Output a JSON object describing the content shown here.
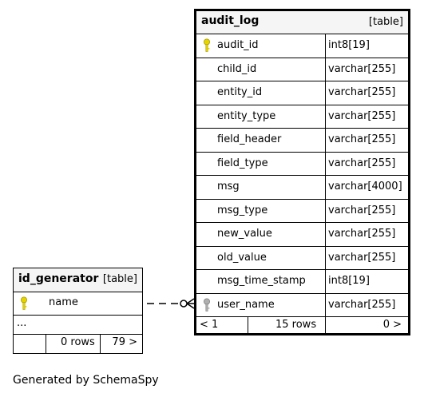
{
  "audit_log": {
    "name": "audit_log",
    "tag": "[table]",
    "columns": [
      {
        "name": "audit_id",
        "type": "int8[19]",
        "key": "primary"
      },
      {
        "name": "child_id",
        "type": "varchar[255]",
        "key": ""
      },
      {
        "name": "entity_id",
        "type": "varchar[255]",
        "key": ""
      },
      {
        "name": "entity_type",
        "type": "varchar[255]",
        "key": ""
      },
      {
        "name": "field_header",
        "type": "varchar[255]",
        "key": ""
      },
      {
        "name": "field_type",
        "type": "varchar[255]",
        "key": ""
      },
      {
        "name": "msg",
        "type": "varchar[4000]",
        "key": ""
      },
      {
        "name": "msg_type",
        "type": "varchar[255]",
        "key": ""
      },
      {
        "name": "new_value",
        "type": "varchar[255]",
        "key": ""
      },
      {
        "name": "old_value",
        "type": "varchar[255]",
        "key": ""
      },
      {
        "name": "msg_time_stamp",
        "type": "int8[19]",
        "key": ""
      },
      {
        "name": "user_name",
        "type": "varchar[255]",
        "key": "foreign"
      }
    ],
    "footer": {
      "parents": "< 1",
      "rows": "15 rows",
      "children": "0 >"
    }
  },
  "id_generator": {
    "name": "id_generator",
    "tag": "[table]",
    "columns": [
      {
        "name": "name",
        "key": "primary"
      }
    ],
    "ellipsis": "...",
    "footer": {
      "parents": "",
      "rows": "0 rows",
      "children": "79 >"
    }
  },
  "caption": "Generated by SchemaSpy",
  "colors": {
    "primary_key": "#e6d400",
    "foreign_key": "#b0b0b0",
    "header_bg": "#f5f5f5"
  }
}
